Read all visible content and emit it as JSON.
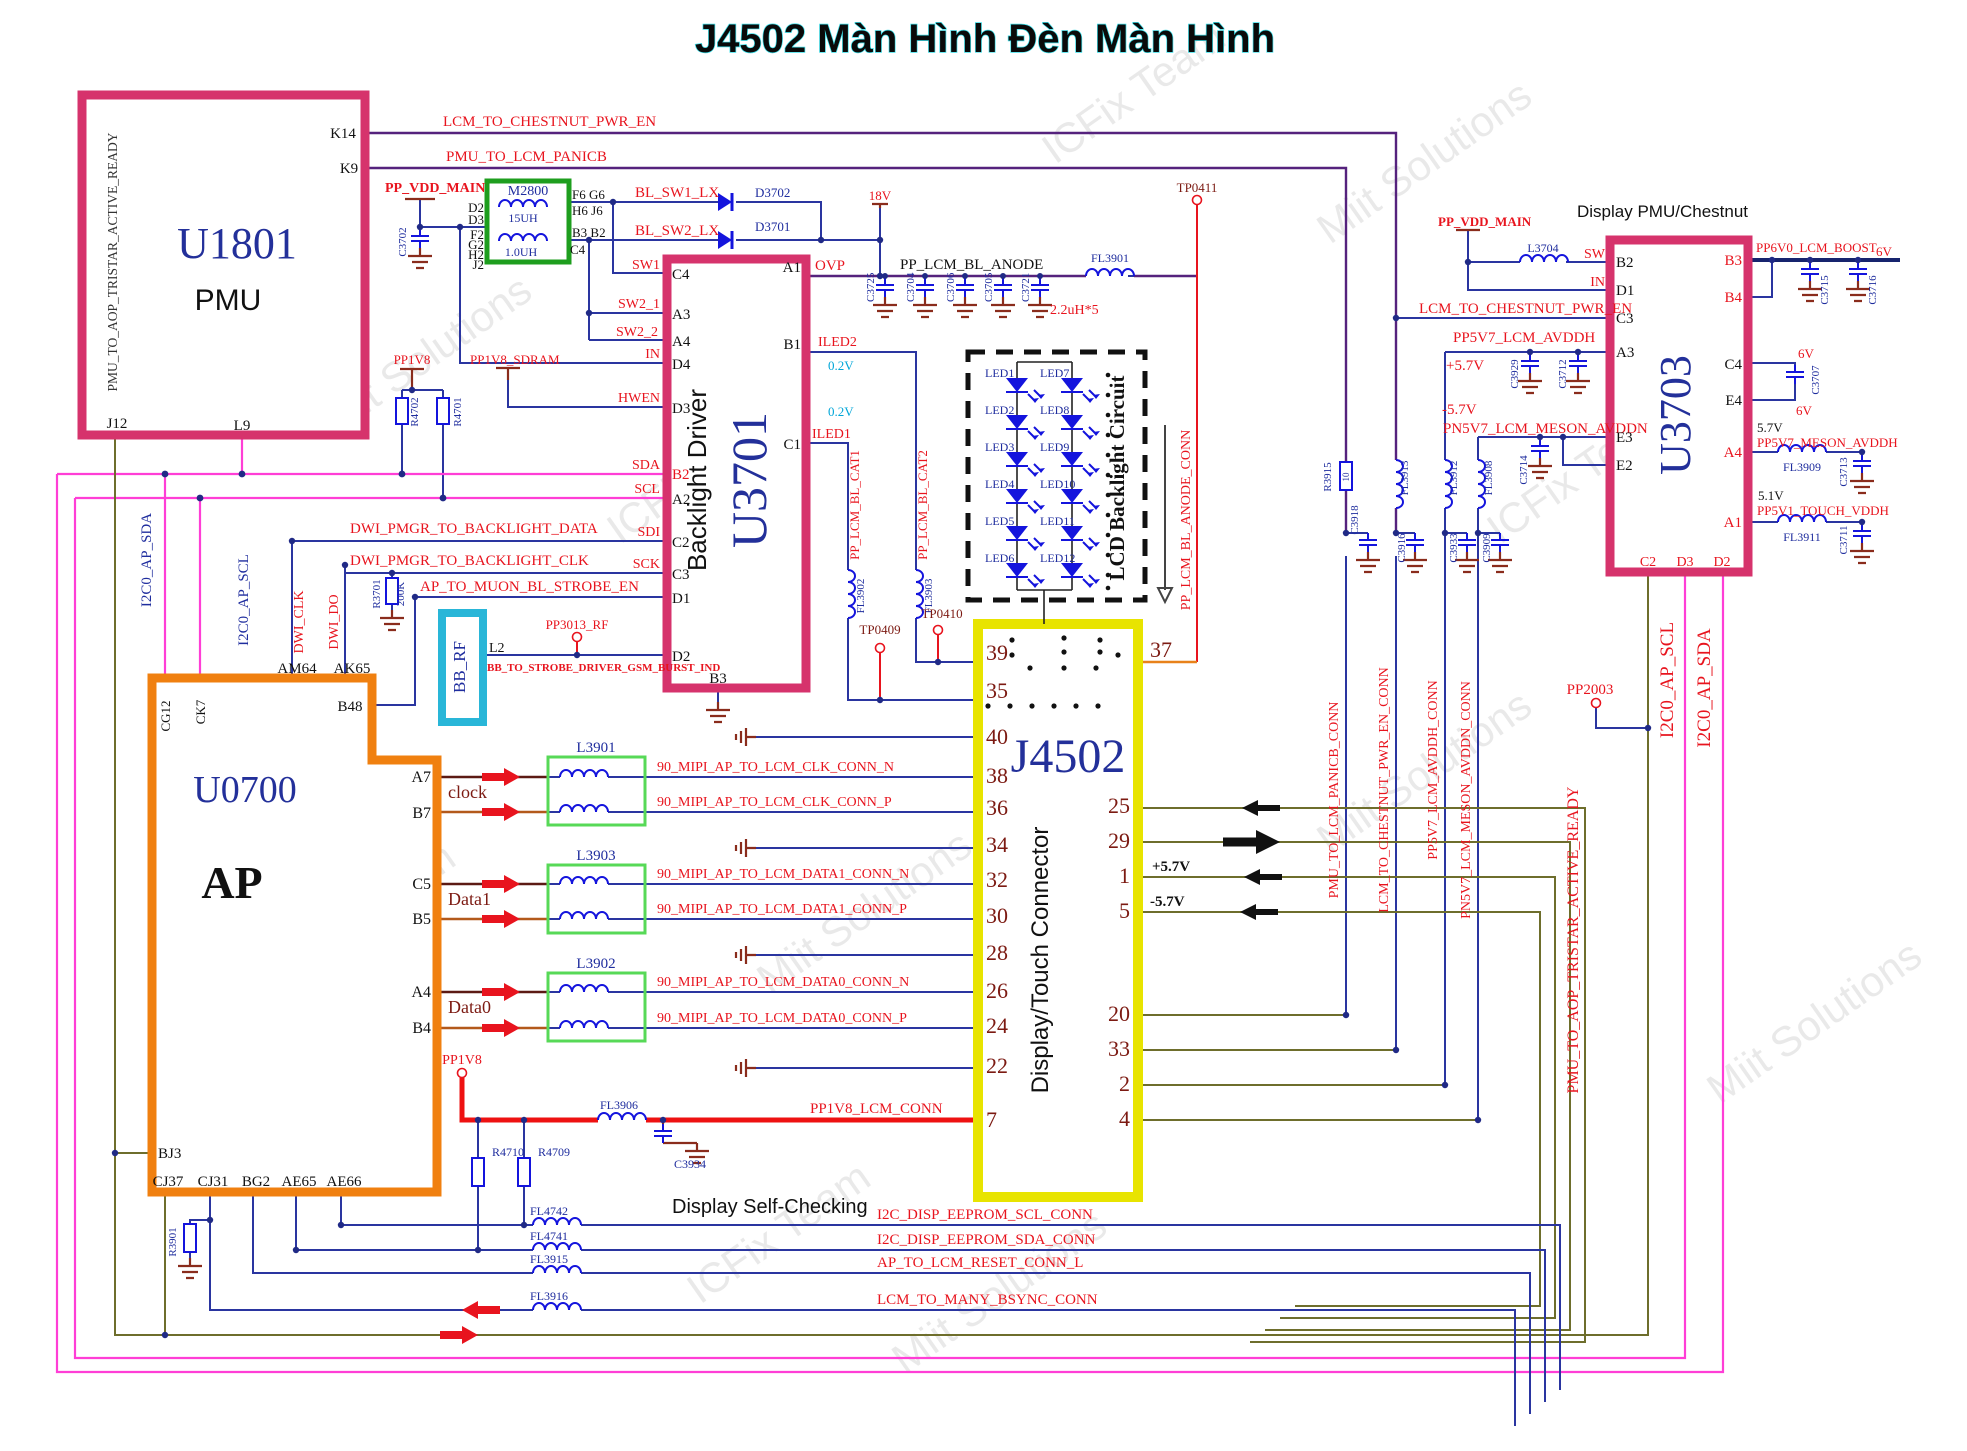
{
  "title": "J4502 Màn Hình Đèn Màn Hình",
  "wm": {
    "a": "Miit Solutions",
    "b": "ICFix Team"
  },
  "colors": {
    "crimson": "#d6336c",
    "orange": "#f08010",
    "yellow": "#e8e400",
    "green": "#1e9e1e",
    "cyan_box": "#29b6d8",
    "red": "#e8141e",
    "navy": "#1f2d9e",
    "pink": "#ff3ed6",
    "olive": "#6e6e2c",
    "led_blue": "#1414dd"
  },
  "u1801": {
    "ref": "U1801",
    "name": "PMU",
    "side": "PMU_TO_AOP_TRISTAR_ACTIVE_READY",
    "k14": "K14",
    "k9": "K9",
    "j12": "J12",
    "l9": "L9"
  },
  "u3701": {
    "ref": "U3701",
    "name": "Backlight Driver",
    "c4": "C4",
    "a3": "A3",
    "a4": "A4",
    "d4": "D4",
    "d3": "D3",
    "b2": "B2",
    "a2": "A2",
    "c2": "C2",
    "c3": "C3",
    "d1": "D1",
    "d2": "D2",
    "b3": "B3",
    "a1": "A1",
    "b1": "B1",
    "c1": "C1"
  },
  "u0700": {
    "ref": "U0700",
    "name": "AP",
    "cg12": "CG12",
    "ck7": "CK7",
    "am64": "AM64",
    "ak65": "AK65",
    "b48": "B48",
    "a7": "A7",
    "b7": "B7",
    "c5": "C5",
    "b5": "B5",
    "a4": "A4",
    "b4": "B4",
    "bj3": "BJ3",
    "cj37": "CJ37",
    "cj31": "CJ31",
    "bg2": "BG2",
    "ae65": "AE65",
    "ae66": "AE66"
  },
  "j4502": {
    "ref": "J4502",
    "name": "Display/Touch Connector",
    "p39": "39",
    "p35": "35",
    "p40": "40",
    "p38": "38",
    "p36": "36",
    "p34": "34",
    "p32": "32",
    "p30": "30",
    "p28": "28",
    "p26": "26",
    "p24": "24",
    "p22": "22",
    "p7": "7",
    "p37": "37",
    "p25": "25",
    "p29": "29",
    "p1": "1",
    "p5": "5",
    "p20": "20",
    "p33": "33",
    "p2": "2",
    "p4": "4"
  },
  "u3703": {
    "ref": "U3703",
    "header": "Display PMU/Chestnut",
    "b2": "B2",
    "d1": "D1",
    "c3": "C3",
    "a3": "A3",
    "e3": "E3",
    "e2": "E2",
    "b3": "B3",
    "b4": "B4",
    "c4": "C4",
    "e4": "E4",
    "a4": "A4",
    "a1": "A1",
    "c2": "C2",
    "d3": "D3",
    "d2": "D2"
  },
  "nets": {
    "chestnut": "LCM_TO_CHESTNUT_PWR_EN",
    "panicb": "PMU_TO_LCM_PANICB",
    "vddmain": "PP_VDD_MAIN",
    "sw1": "SW1",
    "sw2_1": "SW2_1",
    "sw2_2": "SW2_2",
    "in": "IN",
    "hwen": "HWEN",
    "blsw1": "BL_SW1_LX",
    "blsw2": "BL_SW2_LX",
    "v18": "18V",
    "ovp": "OVP",
    "anode": "PP_LCM_BL_ANODE",
    "ind5": "2.2uH*5",
    "iled1": "ILED1",
    "iled2": "ILED2",
    "v02": "0.2V",
    "cat1": "PP_LCM_BL_CAT1",
    "cat2": "PP_LCM_BL_CAT2",
    "sda": "SDA",
    "scl": "SCL",
    "sdi": "SDI",
    "sck": "SCK",
    "dwidata": "DWI_PMGR_TO_BACKLIGHT_DATA",
    "dwiclk": "DWI_PMGR_TO_BACKLIGHT_CLK",
    "strobe": "AP_TO_MUON_BL_STROBE_EN",
    "gsm": "BB_TO_STROBE_DRIVER_GSM_BURST_IND",
    "pp3013": "PP3013_RF",
    "l2": "L2",
    "pp1v8": "PP1V8",
    "pp1v8sdram": "PP1V8_SDRAM",
    "i2sda": "I2C0_AP_SDA",
    "i2scl": "I2C0_AP_SCL",
    "dwic": "DWI_CLK",
    "dwid": "DWI_DO",
    "clock": "clock",
    "data1": "Data1",
    "data0": "Data0",
    "clkn": "90_MIPI_AP_TO_LCM_CLK_CONN_N",
    "clkp": "90_MIPI_AP_TO_LCM_CLK_CONN_P",
    "d1n": "90_MIPI_AP_TO_LCM_DATA1_CONN_N",
    "d1p": "90_MIPI_AP_TO_LCM_DATA1_CONN_P",
    "d0n": "90_MIPI_AP_TO_LCM_DATA0_CONN_N",
    "d0p": "90_MIPI_AP_TO_LCM_DATA0_CONN_P",
    "pp1v8lcm": "PP1V8_LCM_CONN",
    "selfcheck": "Display Self-Checking",
    "eescl": "I2C_DISP_EEPROM_SCL_CONN",
    "eesda": "I2C_DISP_EEPROM_SDA_CONN",
    "reset": "AP_TO_LCM_RESET_CONN_L",
    "bsync": "LCM_TO_MANY_BSYNC_CONN",
    "anodeconn": "PP_LCM_BL_ANODE_CONN",
    "panicbconn": "PMU_TO_LCM_PANICB_CONN",
    "chestnutconn": "LCM_TO_CHESTNUT_PWR_EN_CONN",
    "avddhconn": "PP5V7_LCM_AVDDH_CONN",
    "avddnconn": "PN5V7_LCM_MESON_AVDDN_CONN",
    "pp2003": "PP2003",
    "tristar": "PMU_TO_AOP_TRISTAR_ACTIVE_READY",
    "avddh": "PP5V7_LCM_AVDDH",
    "avddn": "PN5V7_LCM_MESON_AVDDN",
    "p57": "+5.7V",
    "m57": "-5.7V",
    "v57": "5.7V",
    "v51": "5.1V",
    "v6": "6V",
    "boost": "PP6V0_LCM_BOOST",
    "mesonavddh": "PP5V7_MESON_AVDDH",
    "touchvddh": "PP5V1_TOUCH_VDDH",
    "sw": "SW",
    "ledtitle": "LCD Backlight Circuit"
  },
  "parts": {
    "m2800": "M2800",
    "i15": "15UH",
    "i10": "1.0UH",
    "c3702": "C3702",
    "d3702": "D3702",
    "d3701": "D3701",
    "c3725": "C3725",
    "c3704": "C3704",
    "c3706": "C3706",
    "c3705": "C3705",
    "c3721": "C3721",
    "fl3901": "FL3901",
    "tp0411": "TP0411",
    "r4702": "R4702",
    "r4701": "R4701",
    "r3701": "R3701",
    "r3701v": "200K",
    "bbrf": "BB_RF",
    "fl3902": "FL3902",
    "fl3903": "FL3903",
    "tp0409": "TP0409",
    "tp0410": "TP0410",
    "l3901": "L3901",
    "l3903": "L3903",
    "l3902": "L3902",
    "fl3906": "FL3906",
    "c3934": "C3934",
    "r4710": "R4710",
    "r4709": "R4709",
    "r3901": "R3901",
    "fl4742": "FL4742",
    "fl4741": "FL4741",
    "fl3915": "FL3915",
    "fl3916": "FL3916",
    "r3915": "R3915",
    "r3915v": "10",
    "c3918": "C3918",
    "fl3913": "FL3913",
    "c3916": "C3916",
    "fl3912": "FL3912",
    "c3933": "C3933",
    "fl3908": "FL3908",
    "c3909": "C3909",
    "c3714": "C3714",
    "l3704": "L3704",
    "c3929": "C3929",
    "c3712": "C3712",
    "c3715": "C3715",
    "c3716": "C3716",
    "c3707": "C3707",
    "fl3909": "FL3909",
    "c3713": "C3713",
    "fl3911": "FL3911",
    "c3711": "C3711",
    "m2800_l1": "D2",
    "m2800_l2": "D3",
    "m2800_l3": "F2",
    "m2800_l4": "G2",
    "m2800_l5": "H2",
    "m2800_l6": "J2",
    "m2800_r1": "F6 G6",
    "m2800_r2": "H6 J6",
    "m2800_r3": "B3 B2",
    "m2800_r4": "C4"
  },
  "leds": [
    "LED1",
    "LED2",
    "LED3",
    "LED4",
    "LED5",
    "LED6",
    "LED7",
    "LED8",
    "LED9",
    "LED10",
    "LED11",
    "LED12"
  ]
}
